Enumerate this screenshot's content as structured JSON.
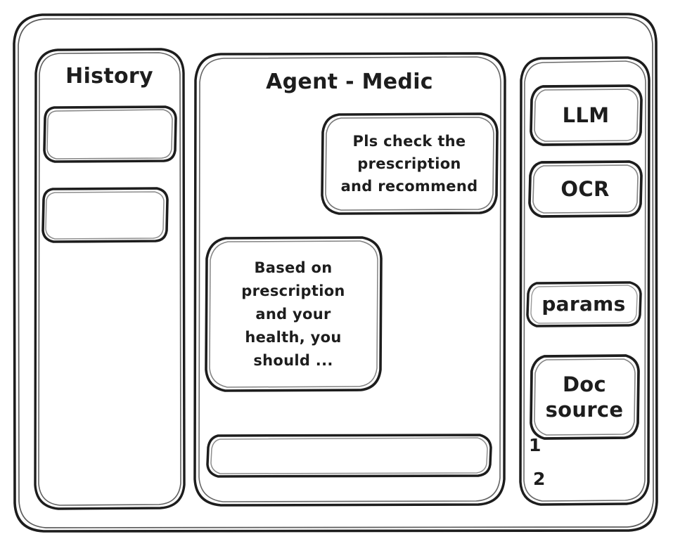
{
  "window": {
    "frame_name": "wireframe-window"
  },
  "style": {
    "stroke_color": "#1d1d1d",
    "text_color": "#1d1d1d",
    "background": "#ffffff",
    "placeholder_color": "#9b9b9b"
  },
  "history": {
    "title": "History",
    "items": [
      {
        "label": ""
      },
      {
        "label": ""
      }
    ]
  },
  "agent": {
    "title": "Agent - Medic",
    "messages": [
      {
        "role": "user",
        "text": "Pls check the\nprescription\nand recommend"
      },
      {
        "role": "assistant",
        "text": "Based on\nprescription\nand your\nhealth, you\nshould ..."
      }
    ],
    "composer": {
      "value": "",
      "placeholder": ""
    }
  },
  "tools": {
    "buttons": [
      {
        "label": "LLM"
      },
      {
        "label": "OCR"
      },
      {
        "label": "params"
      },
      {
        "label": "Doc\nsource"
      }
    ],
    "doc_refs": [
      {
        "label": "1"
      },
      {
        "label": "2"
      }
    ]
  }
}
